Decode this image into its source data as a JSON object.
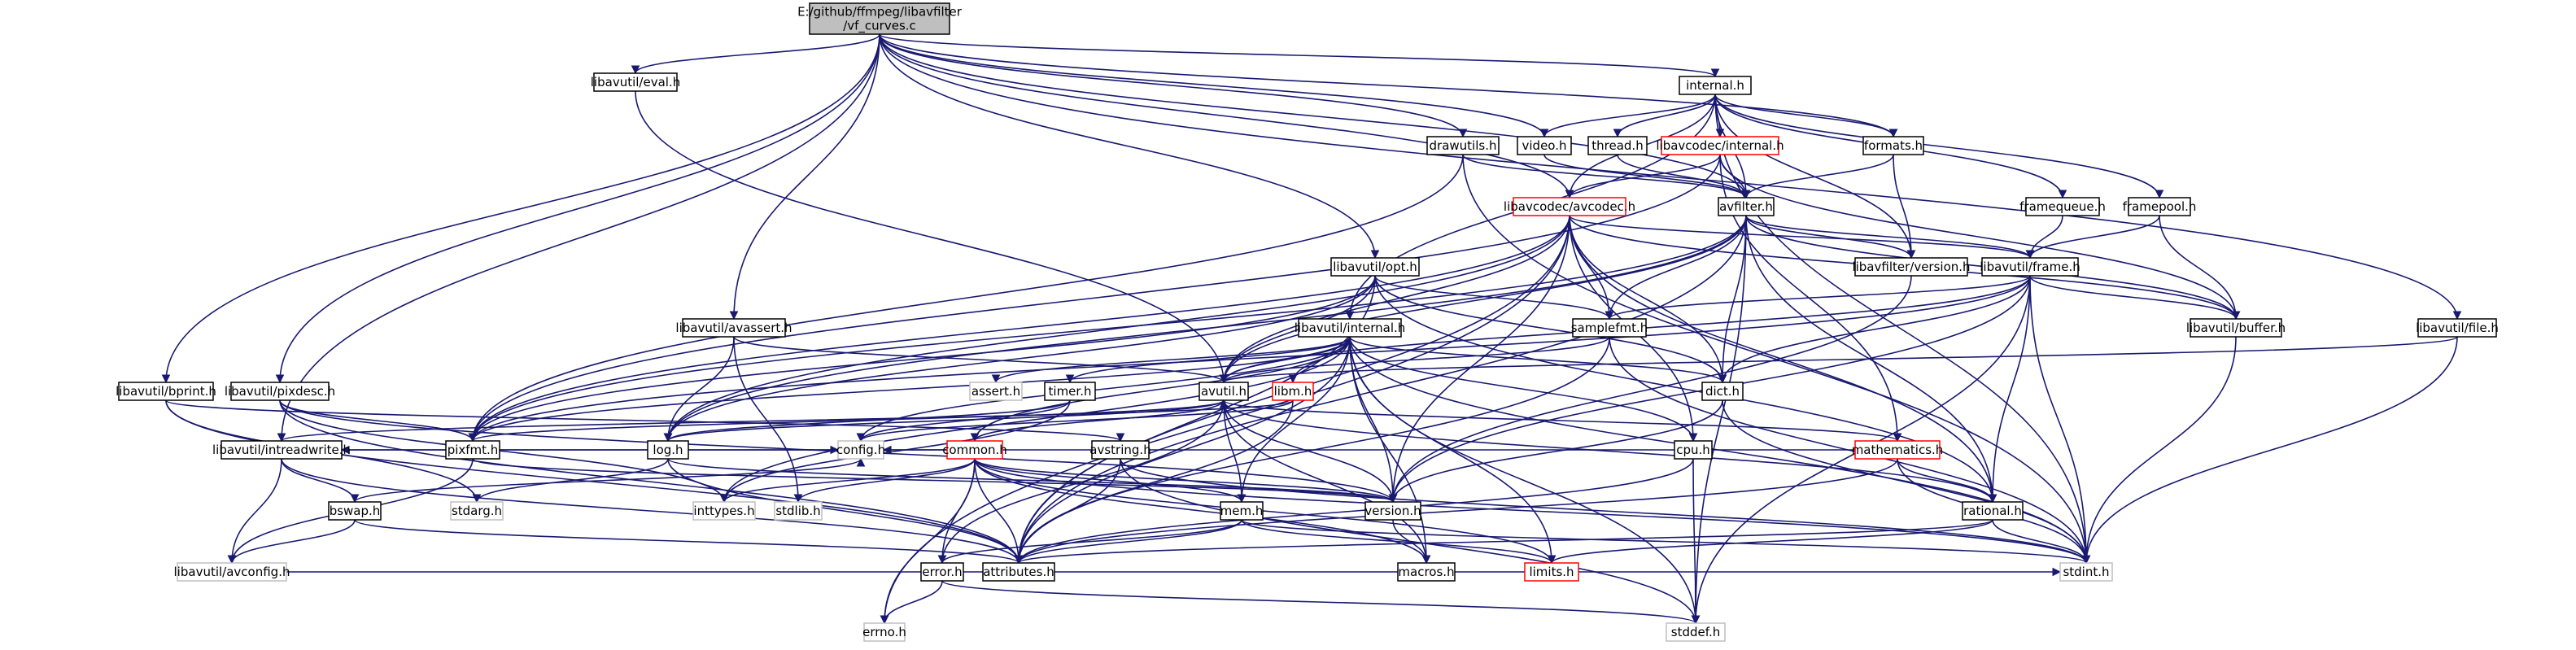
{
  "diagram": {
    "title": "Include dependency graph for vf_curves.c",
    "nodes": [
      {
        "id": "root",
        "lines": [
          "E:/github/ffmpeg/libavfilter",
          "/vf_curves.c"
        ],
        "style": "root"
      },
      {
        "id": "eval",
        "lines": [
          "libavutil/eval.h"
        ],
        "style": "normal"
      },
      {
        "id": "internal",
        "lines": [
          "internal.h"
        ],
        "style": "normal"
      },
      {
        "id": "video",
        "lines": [
          "video.h"
        ],
        "style": "normal"
      },
      {
        "id": "thread",
        "lines": [
          "thread.h"
        ],
        "style": "normal"
      },
      {
        "id": "lavc_internal",
        "lines": [
          "libavcodec/internal.h"
        ],
        "style": "red"
      },
      {
        "id": "formats",
        "lines": [
          "formats.h"
        ],
        "style": "normal"
      },
      {
        "id": "drawutils",
        "lines": [
          "drawutils.h"
        ],
        "style": "normal"
      },
      {
        "id": "avcodec",
        "lines": [
          "libavcodec/avcodec.h"
        ],
        "style": "red"
      },
      {
        "id": "avfilter",
        "lines": [
          "avfilter.h"
        ],
        "style": "normal"
      },
      {
        "id": "framequeue",
        "lines": [
          "framequeue.h"
        ],
        "style": "normal"
      },
      {
        "id": "framepool",
        "lines": [
          "framepool.h"
        ],
        "style": "normal"
      },
      {
        "id": "opt",
        "lines": [
          "libavutil/opt.h"
        ],
        "style": "normal"
      },
      {
        "id": "lavfi_version",
        "lines": [
          "libavfilter/version.h"
        ],
        "style": "normal"
      },
      {
        "id": "frame",
        "lines": [
          "libavutil/frame.h"
        ],
        "style": "normal"
      },
      {
        "id": "samplefmt",
        "lines": [
          "samplefmt.h"
        ],
        "style": "normal"
      },
      {
        "id": "avassert",
        "lines": [
          "libavutil/avassert.h"
        ],
        "style": "normal"
      },
      {
        "id": "lavu_internal",
        "lines": [
          "libavutil/internal.h"
        ],
        "style": "normal"
      },
      {
        "id": "buffer",
        "lines": [
          "libavutil/buffer.h"
        ],
        "style": "normal"
      },
      {
        "id": "file",
        "lines": [
          "libavutil/file.h"
        ],
        "style": "normal"
      },
      {
        "id": "bprint",
        "lines": [
          "libavutil/bprint.h"
        ],
        "style": "normal"
      },
      {
        "id": "pixdesc",
        "lines": [
          "libavutil/pixdesc.h"
        ],
        "style": "normal"
      },
      {
        "id": "assert",
        "lines": [
          "assert.h"
        ],
        "style": "gray"
      },
      {
        "id": "timer",
        "lines": [
          "timer.h"
        ],
        "style": "normal"
      },
      {
        "id": "avutil",
        "lines": [
          "avutil.h"
        ],
        "style": "normal"
      },
      {
        "id": "libm",
        "lines": [
          "libm.h"
        ],
        "style": "red"
      },
      {
        "id": "dict",
        "lines": [
          "dict.h"
        ],
        "style": "normal"
      },
      {
        "id": "intreadwrite",
        "lines": [
          "libavutil/intreadwrite.h"
        ],
        "style": "normal"
      },
      {
        "id": "pixfmt",
        "lines": [
          "pixfmt.h"
        ],
        "style": "normal"
      },
      {
        "id": "log",
        "lines": [
          "log.h"
        ],
        "style": "normal"
      },
      {
        "id": "config",
        "lines": [
          "config.h"
        ],
        "style": "gray"
      },
      {
        "id": "common",
        "lines": [
          "common.h"
        ],
        "style": "red"
      },
      {
        "id": "avstring",
        "lines": [
          "avstring.h"
        ],
        "style": "normal"
      },
      {
        "id": "cpu",
        "lines": [
          "cpu.h"
        ],
        "style": "normal"
      },
      {
        "id": "mathematics",
        "lines": [
          "mathematics.h"
        ],
        "style": "red"
      },
      {
        "id": "bswap",
        "lines": [
          "bswap.h"
        ],
        "style": "normal"
      },
      {
        "id": "stdarg",
        "lines": [
          "stdarg.h"
        ],
        "style": "gray"
      },
      {
        "id": "inttypes",
        "lines": [
          "inttypes.h"
        ],
        "style": "gray"
      },
      {
        "id": "stdlib",
        "lines": [
          "stdlib.h"
        ],
        "style": "gray"
      },
      {
        "id": "mem",
        "lines": [
          "mem.h"
        ],
        "style": "normal"
      },
      {
        "id": "version",
        "lines": [
          "version.h"
        ],
        "style": "normal"
      },
      {
        "id": "rational",
        "lines": [
          "rational.h"
        ],
        "style": "normal"
      },
      {
        "id": "avconfig",
        "lines": [
          "libavutil/avconfig.h"
        ],
        "style": "gray"
      },
      {
        "id": "error",
        "lines": [
          "error.h"
        ],
        "style": "normal"
      },
      {
        "id": "attributes",
        "lines": [
          "attributes.h"
        ],
        "style": "normal"
      },
      {
        "id": "macros",
        "lines": [
          "macros.h"
        ],
        "style": "normal"
      },
      {
        "id": "limits",
        "lines": [
          "limits.h"
        ],
        "style": "red"
      },
      {
        "id": "stdint",
        "lines": [
          "stdint.h"
        ],
        "style": "gray"
      },
      {
        "id": "errno",
        "lines": [
          "errno.h"
        ],
        "style": "gray"
      },
      {
        "id": "stddef",
        "lines": [
          "stddef.h"
        ],
        "style": "gray"
      }
    ],
    "edges": [
      [
        "root",
        "eval"
      ],
      [
        "root",
        "internal"
      ],
      [
        "root",
        "video"
      ],
      [
        "root",
        "formats"
      ],
      [
        "root",
        "drawutils"
      ],
      [
        "root",
        "avfilter"
      ],
      [
        "root",
        "opt"
      ],
      [
        "root",
        "avassert"
      ],
      [
        "root",
        "file"
      ],
      [
        "root",
        "bprint"
      ],
      [
        "root",
        "pixdesc"
      ],
      [
        "root",
        "intreadwrite"
      ],
      [
        "root",
        "avcodec"
      ],
      [
        "eval",
        "avutil"
      ],
      [
        "internal",
        "video"
      ],
      [
        "internal",
        "thread"
      ],
      [
        "internal",
        "lavc_internal"
      ],
      [
        "internal",
        "formats"
      ],
      [
        "internal",
        "avfilter"
      ],
      [
        "internal",
        "framequeue"
      ],
      [
        "internal",
        "framepool"
      ],
      [
        "internal",
        "avcodec"
      ],
      [
        "internal",
        "lavfi_version"
      ],
      [
        "internal",
        "lavu_internal"
      ],
      [
        "internal",
        "stdint"
      ],
      [
        "video",
        "avfilter"
      ],
      [
        "thread",
        "avfilter"
      ],
      [
        "lavc_internal",
        "avcodec"
      ],
      [
        "lavc_internal",
        "avfilter"
      ],
      [
        "lavc_internal",
        "buffer"
      ],
      [
        "lavc_internal",
        "mathematics"
      ],
      [
        "lavc_internal",
        "pixfmt"
      ],
      [
        "formats",
        "avfilter"
      ],
      [
        "formats",
        "lavfi_version"
      ],
      [
        "drawutils",
        "avfilter"
      ],
      [
        "drawutils",
        "pixfmt"
      ],
      [
        "drawutils",
        "stdint"
      ],
      [
        "avcodec",
        "samplefmt"
      ],
      [
        "avcodec",
        "avutil"
      ],
      [
        "avcodec",
        "frame"
      ],
      [
        "avcodec",
        "buffer"
      ],
      [
        "avcodec",
        "cpu"
      ],
      [
        "avcodec",
        "dict"
      ],
      [
        "avcodec",
        "log"
      ],
      [
        "avcodec",
        "pixfmt"
      ],
      [
        "avcodec",
        "rational"
      ],
      [
        "avcodec",
        "version"
      ],
      [
        "avcodec",
        "attributes"
      ],
      [
        "avcodec",
        "errno"
      ],
      [
        "avfilter",
        "lavfi_version"
      ],
      [
        "avfilter",
        "frame"
      ],
      [
        "avfilter",
        "samplefmt"
      ],
      [
        "avfilter",
        "dict"
      ],
      [
        "avfilter",
        "log"
      ],
      [
        "avfilter",
        "pixfmt"
      ],
      [
        "avfilter",
        "rational"
      ],
      [
        "avfilter",
        "buffer"
      ],
      [
        "avfilter",
        "avutil"
      ],
      [
        "avfilter",
        "stddef"
      ],
      [
        "avfilter",
        "attributes"
      ],
      [
        "framequeue",
        "frame"
      ],
      [
        "framepool",
        "frame"
      ],
      [
        "framepool",
        "buffer"
      ],
      [
        "opt",
        "samplefmt"
      ],
      [
        "opt",
        "avutil"
      ],
      [
        "opt",
        "dict"
      ],
      [
        "opt",
        "log"
      ],
      [
        "opt",
        "pixfmt"
      ],
      [
        "opt",
        "rational"
      ],
      [
        "opt",
        "attributes"
      ],
      [
        "lavfi_version",
        "version"
      ],
      [
        "frame",
        "avutil"
      ],
      [
        "frame",
        "buffer"
      ],
      [
        "frame",
        "dict"
      ],
      [
        "frame",
        "rational"
      ],
      [
        "frame",
        "samplefmt"
      ],
      [
        "frame",
        "pixfmt"
      ],
      [
        "frame",
        "version"
      ],
      [
        "frame",
        "stdint"
      ],
      [
        "frame",
        "stddef"
      ],
      [
        "samplefmt",
        "avutil"
      ],
      [
        "samplefmt",
        "attributes"
      ],
      [
        "samplefmt",
        "stdint"
      ],
      [
        "avassert",
        "avutil"
      ],
      [
        "avassert",
        "log"
      ],
      [
        "avassert",
        "stdlib"
      ],
      [
        "lavu_internal",
        "assert"
      ],
      [
        "lavu_internal",
        "timer"
      ],
      [
        "lavu_internal",
        "avutil"
      ],
      [
        "lavu_internal",
        "libm"
      ],
      [
        "lavu_internal",
        "dict"
      ],
      [
        "lavu_internal",
        "pixfmt"
      ],
      [
        "lavu_internal",
        "config"
      ],
      [
        "lavu_internal",
        "common"
      ],
      [
        "lavu_internal",
        "cpu"
      ],
      [
        "lavu_internal",
        "mem"
      ],
      [
        "lavu_internal",
        "version"
      ],
      [
        "lavu_internal",
        "attributes"
      ],
      [
        "lavu_internal",
        "macros"
      ],
      [
        "lavu_internal",
        "limits"
      ],
      [
        "lavu_internal",
        "stdint"
      ],
      [
        "lavu_internal",
        "stddef"
      ],
      [
        "lavu_internal",
        "inttypes"
      ],
      [
        "buffer",
        "stdint"
      ],
      [
        "file",
        "avutil"
      ],
      [
        "file",
        "stdint"
      ],
      [
        "bprint",
        "avstring"
      ],
      [
        "bprint",
        "attributes"
      ],
      [
        "bprint",
        "stdarg"
      ],
      [
        "pixdesc",
        "pixfmt"
      ],
      [
        "pixdesc",
        "version"
      ],
      [
        "pixdesc",
        "attributes"
      ],
      [
        "pixdesc",
        "inttypes"
      ],
      [
        "timer",
        "config"
      ],
      [
        "timer",
        "log"
      ],
      [
        "timer",
        "inttypes"
      ],
      [
        "avutil",
        "common"
      ],
      [
        "avutil",
        "error"
      ],
      [
        "avutil",
        "version"
      ],
      [
        "avutil",
        "macros"
      ],
      [
        "avutil",
        "mathematics"
      ],
      [
        "avutil",
        "rational"
      ],
      [
        "avutil",
        "log"
      ],
      [
        "avutil",
        "pixfmt"
      ],
      [
        "libm",
        "config"
      ],
      [
        "libm",
        "attributes"
      ],
      [
        "libm",
        "intreadwrite"
      ],
      [
        "dict",
        "stdint"
      ],
      [
        "dict",
        "version"
      ],
      [
        "intreadwrite",
        "avconfig"
      ],
      [
        "intreadwrite",
        "attributes"
      ],
      [
        "intreadwrite",
        "bswap"
      ],
      [
        "intreadwrite",
        "config"
      ],
      [
        "pixfmt",
        "avconfig"
      ],
      [
        "pixfmt",
        "version"
      ],
      [
        "log",
        "attributes"
      ],
      [
        "log",
        "version"
      ],
      [
        "log",
        "stdarg"
      ],
      [
        "common",
        "errno"
      ],
      [
        "common",
        "inttypes"
      ],
      [
        "common",
        "limits"
      ],
      [
        "common",
        "stdlib"
      ],
      [
        "common",
        "attributes"
      ],
      [
        "common",
        "macros"
      ],
      [
        "common",
        "version"
      ],
      [
        "common",
        "mem"
      ],
      [
        "common",
        "error"
      ],
      [
        "common",
        "stdint"
      ],
      [
        "common",
        "config"
      ],
      [
        "avstring",
        "attributes"
      ],
      [
        "avstring",
        "stddef"
      ],
      [
        "avstring",
        "stdint"
      ],
      [
        "cpu",
        "attributes"
      ],
      [
        "cpu",
        "stddef"
      ],
      [
        "mathematics",
        "attributes"
      ],
      [
        "mathematics",
        "rational"
      ],
      [
        "mathematics",
        "stdint"
      ],
      [
        "mathematics",
        "intreadwrite"
      ],
      [
        "bswap",
        "avconfig"
      ],
      [
        "bswap",
        "attributes"
      ],
      [
        "bswap",
        "config"
      ],
      [
        "mem",
        "attributes"
      ],
      [
        "mem",
        "error"
      ],
      [
        "mem",
        "avutil"
      ],
      [
        "mem",
        "stdint"
      ],
      [
        "mem",
        "limits"
      ],
      [
        "version",
        "macros"
      ],
      [
        "rational",
        "attributes"
      ],
      [
        "rational",
        "limits"
      ],
      [
        "rational",
        "stdint"
      ],
      [
        "error",
        "errno"
      ],
      [
        "error",
        "stddef"
      ],
      [
        "avconfig",
        "stdint"
      ]
    ]
  }
}
